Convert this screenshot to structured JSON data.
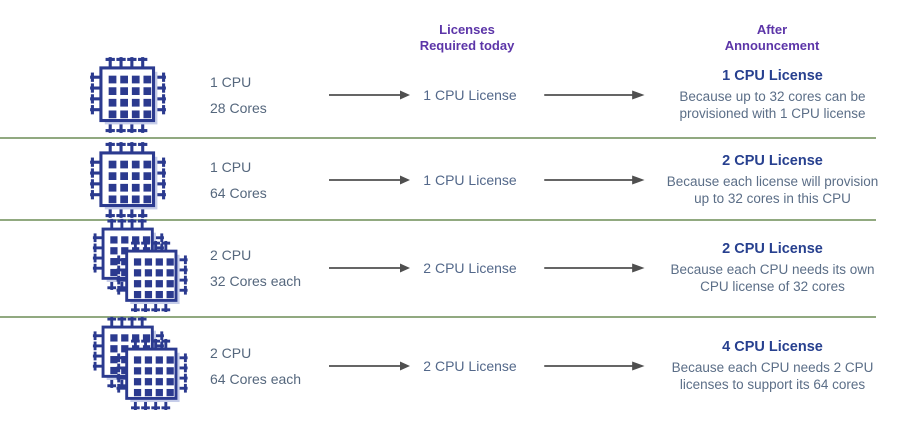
{
  "headers": {
    "today_line1": "Licenses",
    "today_line2": "Required today",
    "after_line1": "After",
    "after_line2": "Announcement"
  },
  "rows": [
    {
      "chips": 1,
      "cpu": "1 CPU",
      "cores": "28 Cores",
      "license_today": "1 CPU License",
      "after_title": "1 CPU License",
      "after_desc": "Because up to 32 cores can be provisioned with 1 CPU license"
    },
    {
      "chips": 1,
      "cpu": "1 CPU",
      "cores": "64 Cores",
      "license_today": "1 CPU License",
      "after_title": "2 CPU License",
      "after_desc": "Because each license will provision up to 32 cores in this CPU"
    },
    {
      "chips": 2,
      "cpu": "2 CPU",
      "cores": "32 Cores each",
      "license_today": "2 CPU License",
      "after_title": "2 CPU License",
      "after_desc": "Because each CPU needs its own CPU license of 32 cores"
    },
    {
      "chips": 2,
      "cpu": "2 CPU",
      "cores": "64 Cores each",
      "license_today": "2 CPU License",
      "after_title": "4 CPU License",
      "after_desc": "Because each CPU needs 2 CPU licenses to support its 64 cores"
    }
  ],
  "icons": {
    "cpu_chip": "cpu-chip-icon",
    "stacked_cpu_chips": "stacked-cpu-chips-icon",
    "arrow_right": "arrow-right-icon"
  },
  "colors": {
    "header_purple": "#5c35a8",
    "chip_navy": "#2b3a8f",
    "title_navy": "#27408f",
    "body_slate": "#5b6e87",
    "license_slate": "#53688a",
    "divider_green": "#7e9a6a",
    "arrow_gray": "#4f4f4f",
    "chip_shadow": "#c6cde9"
  }
}
